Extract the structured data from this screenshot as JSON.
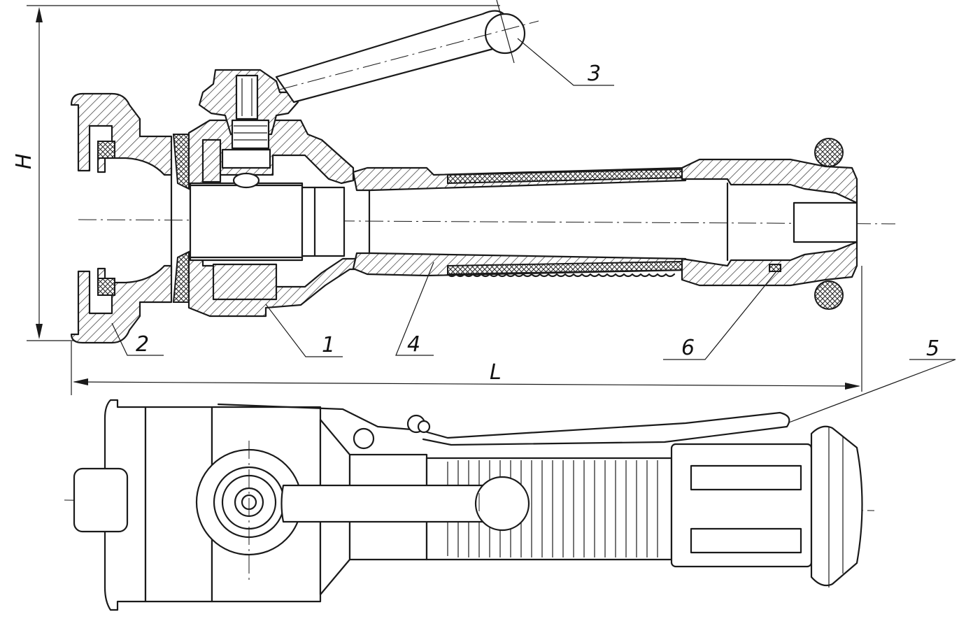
{
  "drawing": {
    "dimensions": {
      "height_label": "H",
      "length_label": "L"
    },
    "callouts": [
      {
        "id": "1",
        "text": "1"
      },
      {
        "id": "2",
        "text": "2"
      },
      {
        "id": "3",
        "text": "3"
      },
      {
        "id": "4",
        "text": "4"
      },
      {
        "id": "5",
        "text": "5"
      },
      {
        "id": "6",
        "text": "6"
      }
    ]
  }
}
